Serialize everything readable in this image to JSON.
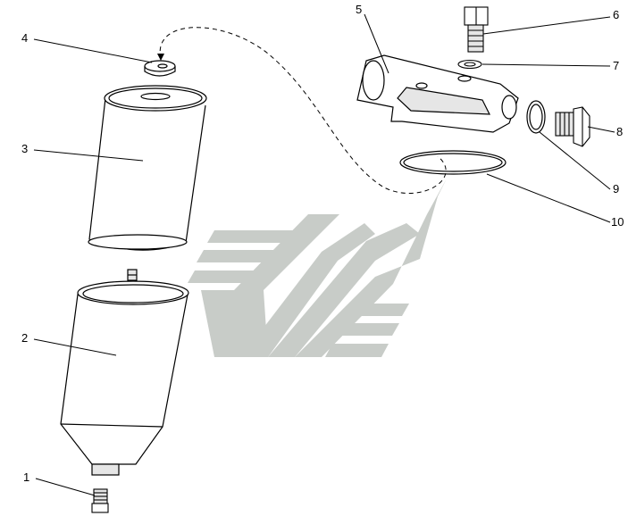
{
  "labels": [
    "1",
    "2",
    "3",
    "4",
    "5",
    "6",
    "7",
    "8",
    "9",
    "10"
  ],
  "colors": {
    "line": "#000000",
    "watermark": "#c8ccc8",
    "part_fill": "#ffffff",
    "shade": "#e6e6e6"
  }
}
